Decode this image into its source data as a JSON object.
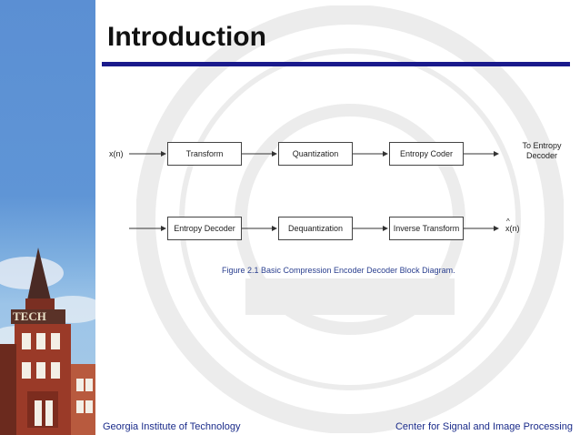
{
  "slide": {
    "title": "Introduction",
    "colors": {
      "rule": "#1a1a8c",
      "footer": "#1a2b8a",
      "caption": "#2a3f8f",
      "strip": "#5b8fd3"
    }
  },
  "diagram": {
    "encoder": {
      "input_label": "x(n)",
      "blocks": [
        "Transform",
        "Quantization",
        "Entropy Coder"
      ],
      "output_label_line1": "To Entropy",
      "output_label_line2": "Decoder"
    },
    "decoder": {
      "blocks": [
        "Entropy Decoder",
        "Dequantization",
        "Inverse Transform"
      ],
      "output_label": "x(n)",
      "output_hat": "^"
    },
    "caption": "Figure 2.1 Basic Compression Encoder Decoder Block Diagram."
  },
  "footer": {
    "left": "Georgia Institute of Technology",
    "right": "Center for Signal and Image Processing"
  },
  "icons": [
    "tech-tower-icon",
    "institute-seal-icon"
  ]
}
